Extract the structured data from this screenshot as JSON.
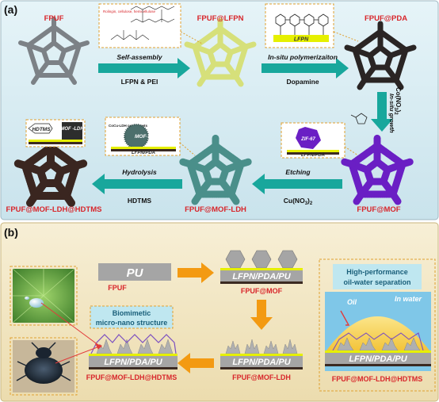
{
  "panel_a": {
    "tag": "(a)",
    "labels": {
      "fpuf": "FPUF",
      "fpuf_lfpn": "FPUF@LFPN",
      "fpuf_pda": "FPUF@PDA",
      "fpuf_mof": "FPUF@MOF",
      "fpuf_mof_ldh": "FPUF@MOF-LDH",
      "fpuf_mof_ldh_hdtms": "FPUF@MOF-LDH@HDTMS"
    },
    "steps": {
      "s1_top": "Self-assembly",
      "s1_bottom": "LFPN & PEI",
      "s2_top": "In-situ polymerizaiton",
      "s2_bottom": "Dopamine",
      "s3_top": "Co(NO",
      "s3_sub": "3",
      "s3_rest": ")",
      "s3_sub2": "2",
      "s3_bottom": "In-situ growth",
      "s4_top": "Etching",
      "s4_bottom": "Cu(NO",
      "s4_sub": "3",
      "s4_rest": ")",
      "s4_sub2": "2",
      "s5_top": "Hydrolysis",
      "s5_bottom": "HDTMS"
    },
    "insets": {
      "lignin_text": "Rolingin, cellulose, hemicellulose",
      "lfpn": "LFPN",
      "zif67": "ZIF-67",
      "lfpn_pda": "LFPN/PDA",
      "mof_ldh": "MOF-LDH",
      "cocu_ldh": "CoCu-LDH nanosheets",
      "hdtms": "HDTMS",
      "mof_ldh_stack": "MOF -LDH"
    }
  },
  "panel_b": {
    "tag": "(b)",
    "pu": "PU",
    "stack_label": "LFPN/PDA/PU",
    "fpuf": "FPUF",
    "fpuf_mof": "FPUF@MOF",
    "fpuf_mof_ldh": "FPUF@MOF-LDH",
    "fpuf_mof_ldh_hdtms": "FPUF@MOF-LDH@HDTMS",
    "biomimetic_line1": "Biomimetic",
    "biomimetic_line2": "micro-nano structure",
    "perf_line1": "High-performance",
    "perf_line2": "oil-water separation",
    "oil": "Oil",
    "in_water": "In water"
  },
  "colors": {
    "red_label": "#d8262b",
    "arrow_teal": "#18a79c",
    "arrow_orange": "#f39a12",
    "panel_a_bg": "#d7ecf3",
    "panel_b_bg": "#f2e7c4",
    "lfpn_yellow": "#e6f000",
    "mof_purple": "#6a1fc4"
  }
}
